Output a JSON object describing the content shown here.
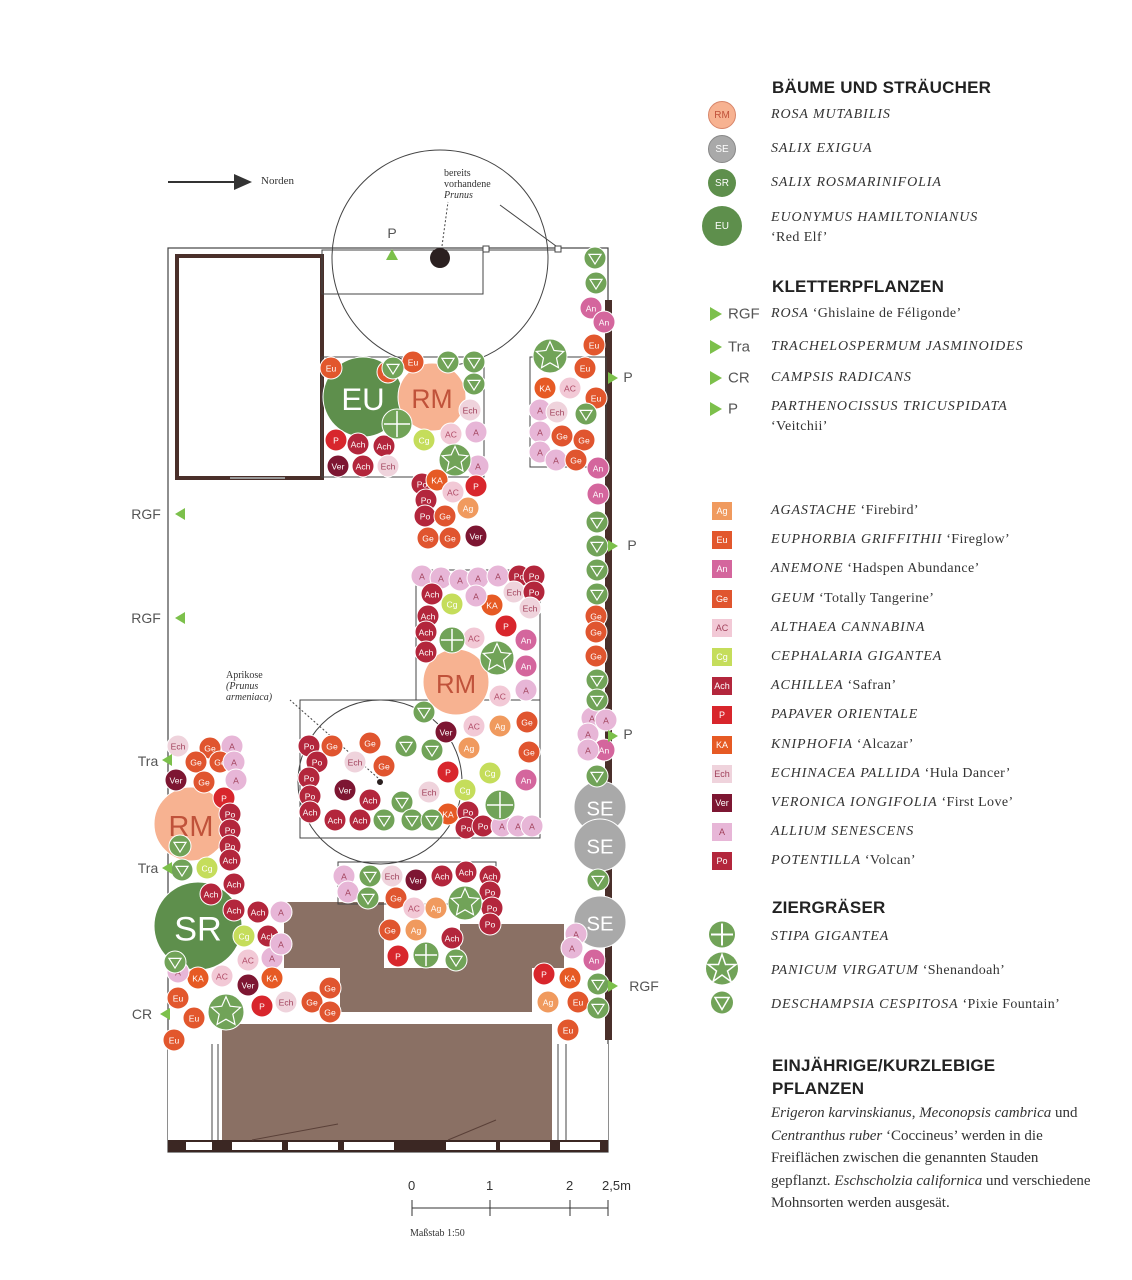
{
  "plan": {
    "north_label": "Norden",
    "existing_tree_note": [
      "bereits",
      "vorhandene",
      "Prunus"
    ],
    "apricot_note": [
      "Aprikose",
      "(Prunus",
      "armeniaca)"
    ],
    "scale_ticks": [
      "0",
      "1",
      "2",
      "2,5m"
    ],
    "scale_caption": "Maßstab 1:50",
    "climber_labels": [
      {
        "code": "P"
      },
      {
        "code": "P"
      },
      {
        "code": "P"
      },
      {
        "code": "P"
      },
      {
        "code": "RGF"
      },
      {
        "code": "RGF"
      },
      {
        "code": "RGF"
      },
      {
        "code": "Tra"
      },
      {
        "code": "Tra"
      },
      {
        "code": "CR"
      }
    ]
  },
  "colors": {
    "RM": "#f7b291",
    "SE": "#a9a9a9",
    "SR": "#5e8f4c",
    "EU": "#5e8f4c",
    "Ag": "#f09a5e",
    "Eu": "#e2572d",
    "An": "#d4669d",
    "Ge": "#e0552f",
    "AC": "#f2c9d6",
    "Cg": "#c5dd5b",
    "Ach": "#b3263c",
    "P": "#d8262c",
    "KA": "#e65a24",
    "Ech": "#efd3dc",
    "Ver": "#7d1632",
    "A": "#e7b6d7",
    "Po": "#b3263c",
    "grass": "#71a358",
    "triangle": "#7cc04b",
    "deck": "#8a7064"
  },
  "legend": {
    "trees_title": "BÄUME UND STRÄUCHER",
    "trees": [
      {
        "code": "RM",
        "name": "ROSA MUTABILIS",
        "note": ""
      },
      {
        "code": "SE",
        "name": "SALIX EXIGUA",
        "note": ""
      },
      {
        "code": "SR",
        "name": "SALIX ROSMARINIFOLIA",
        "note": ""
      },
      {
        "code": "EU",
        "name": "EUONYMUS HAMILTONIANUS",
        "note": "‘Red Elf’"
      }
    ],
    "climbers_title": "KLETTERPFLANZEN",
    "climbers": [
      {
        "code": "RGF",
        "name": "ROSA",
        "note": "‘Ghislaine de Féligonde’"
      },
      {
        "code": "Tra",
        "name": "TRACHELOSPERMUM JASMINOIDES",
        "note": ""
      },
      {
        "code": "CR",
        "name": "CAMPSIS RADICANS",
        "note": ""
      },
      {
        "code": "P",
        "name": "PARTHENOCISSUS TRICUSPIDATA",
        "note": "‘Veitchii’"
      }
    ],
    "perennials": [
      {
        "code": "Ag",
        "name": "AGASTACHE",
        "note": "‘Firebird’"
      },
      {
        "code": "Eu",
        "name": "EUPHORBIA GRIFFITHII",
        "note": "‘Fireglow’"
      },
      {
        "code": "An",
        "name": "ANEMONE",
        "note": "‘Hadspen Abundance’"
      },
      {
        "code": "Ge",
        "name": "GEUM",
        "note": "‘Totally Tangerine’"
      },
      {
        "code": "AC",
        "name": "ALTHAEA CANNABINA",
        "note": ""
      },
      {
        "code": "Cg",
        "name": "CEPHALARIA GIGANTEA",
        "note": ""
      },
      {
        "code": "Ach",
        "name": "ACHILLEA",
        "note": "‘Safran’"
      },
      {
        "code": "P",
        "name": "PAPAVER ORIENTALE",
        "note": ""
      },
      {
        "code": "KA",
        "name": "KNIPHOFIA",
        "note": "‘Alcazar’"
      },
      {
        "code": "Ech",
        "name": "ECHINACEA PALLIDA",
        "note": "‘Hula Dancer’"
      },
      {
        "code": "Ver",
        "name": "VERONICA IONGIFOLIA",
        "note": "‘First Love’"
      },
      {
        "code": "A",
        "name": "ALLIUM SENESCENS",
        "note": ""
      },
      {
        "code": "Po",
        "name": "POTENTILLA",
        "note": "‘Volcan’"
      }
    ],
    "grasses_title": "ZIERGRÄSER",
    "grasses": [
      {
        "icon": "plus-circle-icon",
        "name": "STIPA GIGANTEA",
        "note": ""
      },
      {
        "icon": "star-circle-icon",
        "name": "PANICUM VIRGATUM",
        "note": "‘Shenandoah’"
      },
      {
        "icon": "triangle-circle-icon",
        "name": "DESCHAMPSIA CESPITOSA",
        "note": "‘Pixie Fountain’"
      }
    ],
    "annual_title": "EINJÄHRIGE/KURZLEBIGE PFLANZEN",
    "annual_parts": [
      {
        "t": "Erigeron karvinskianus",
        "i": true
      },
      {
        "t": ", ",
        "i": false
      },
      {
        "t": "Meconopsis cambrica",
        "i": true
      },
      {
        "t": " und ",
        "i": false
      },
      {
        "t": "Centranthus ruber",
        "i": true
      },
      {
        "t": " ‘Coccineus’ werden in die Freiflächen zwischen die genannten Stauden gepflanzt. ",
        "i": false
      },
      {
        "t": "Eschscholzia californica",
        "i": true
      },
      {
        "t": " und verschiedene Mohnsorten werden ausgesät.",
        "i": false
      }
    ]
  }
}
